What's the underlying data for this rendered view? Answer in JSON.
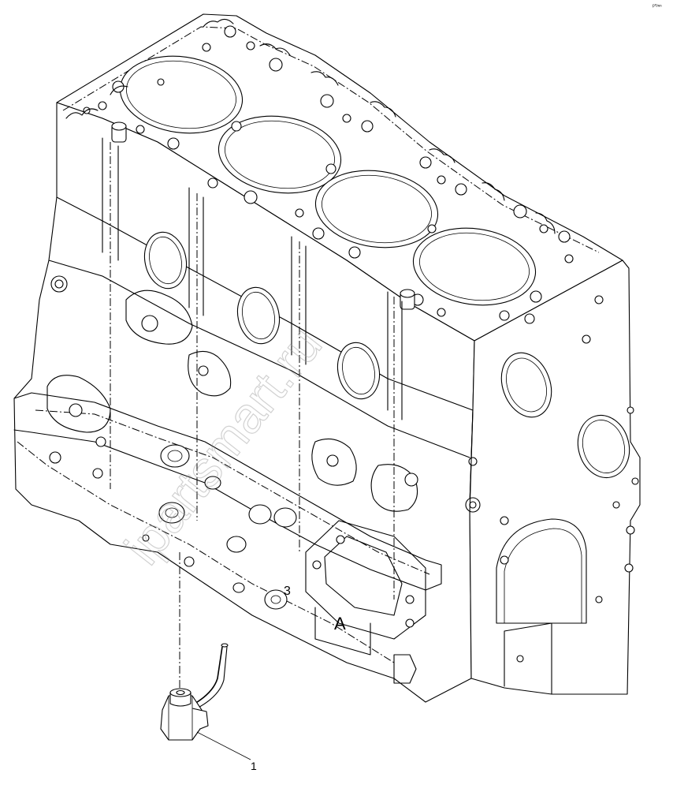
{
  "callouts": [
    {
      "label": "1"
    }
  ],
  "casting_marks": {
    "letter": "A",
    "number": "3"
  },
  "watermark": "ipartsmart.ru",
  "corner_mark": "ᵖ'ᵒⁿⁿ"
}
